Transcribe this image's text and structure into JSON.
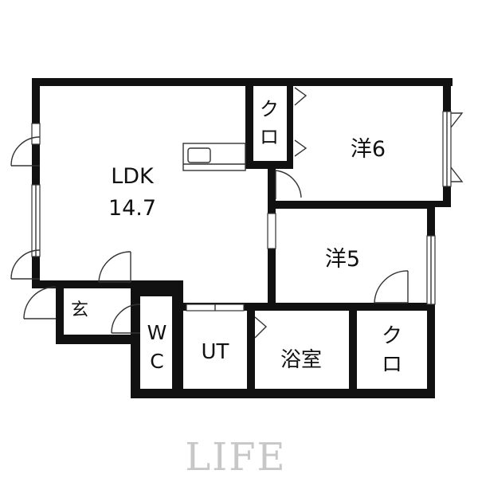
{
  "rooms": {
    "ldk_name": "LDK",
    "ldk_size": "14.7",
    "western6": "洋6",
    "western5": "洋5",
    "closet_top_line1": "ク",
    "closet_top_line2": "ロ",
    "closet_bottom_line1": "ク",
    "closet_bottom_line2": "ロ",
    "entrance": "玄",
    "wc_line1": "W",
    "wc_line2": "C",
    "utility": "UT",
    "bathroom": "浴室"
  },
  "watermark": "LIFE"
}
